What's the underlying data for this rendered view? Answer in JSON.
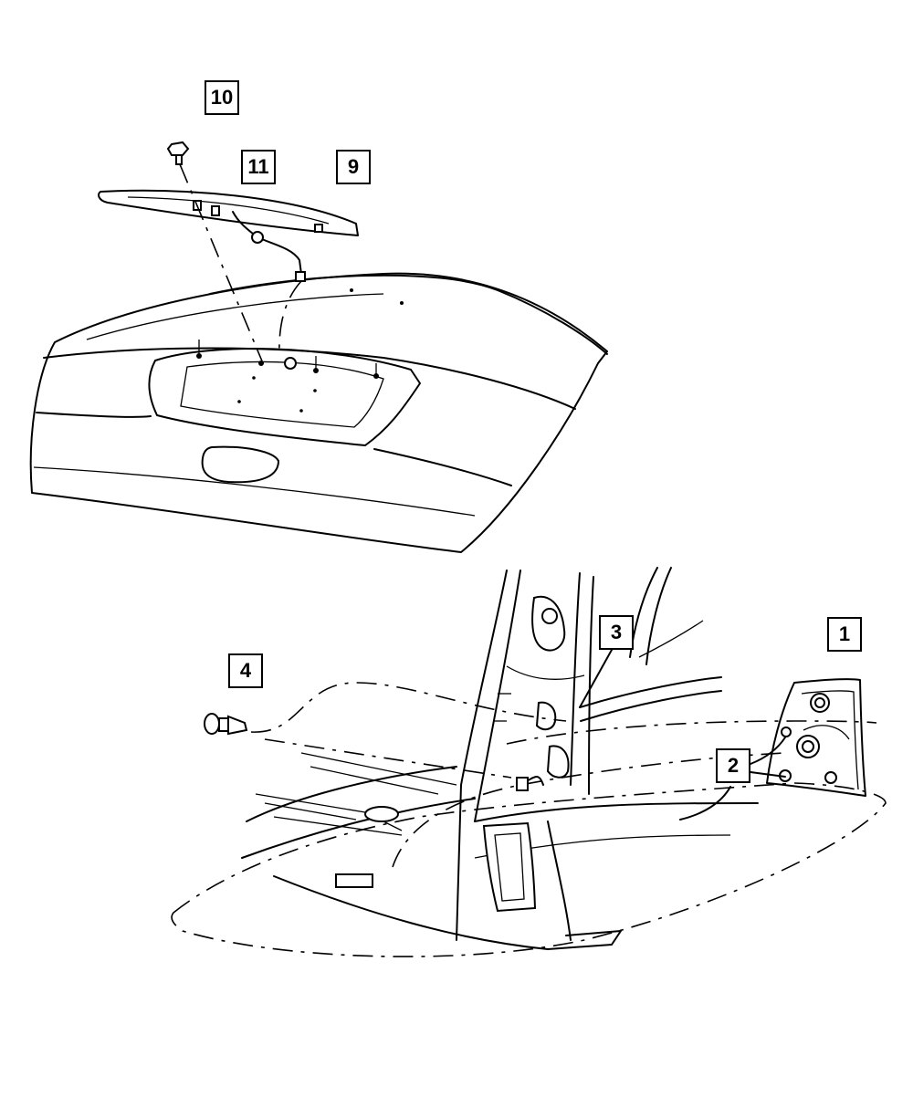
{
  "callouts": [
    {
      "id": "10",
      "label": "10"
    },
    {
      "id": "11",
      "label": "11"
    },
    {
      "id": "9",
      "label": "9"
    },
    {
      "id": "3",
      "label": "3"
    },
    {
      "id": "1",
      "label": "1"
    },
    {
      "id": "4",
      "label": "4"
    },
    {
      "id": "2",
      "label": "2"
    }
  ]
}
